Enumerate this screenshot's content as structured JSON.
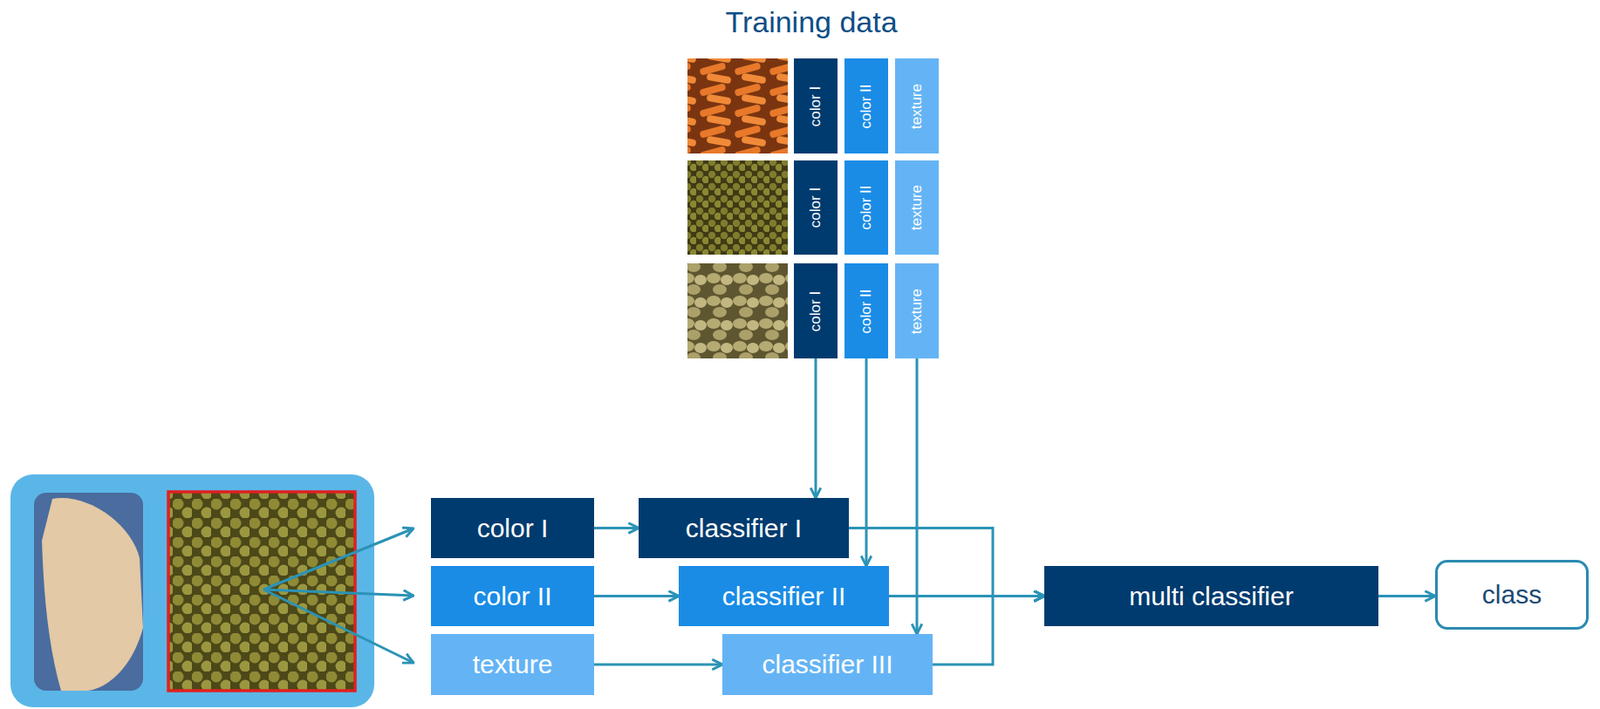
{
  "diagram": {
    "title": "Training data",
    "nodes": [
      {
        "text": [
          "color I"
        ]
      },
      {
        "text": [
          "color II"
        ]
      },
      {
        "text": [
          "texture"
        ]
      },
      {
        "text": [
          "color I"
        ]
      },
      {
        "text": [
          "color II"
        ]
      },
      {
        "text": [
          "texture"
        ]
      },
      {
        "text": [
          "color I"
        ]
      },
      {
        "text": [
          "color II"
        ]
      },
      {
        "text": [
          "texture"
        ]
      },
      {
        "text": [
          "color I"
        ]
      },
      {
        "text": [
          "color II"
        ]
      },
      {
        "text": [
          "texture"
        ]
      },
      {
        "text": [
          "classifier I"
        ]
      },
      {
        "text": [
          "classifier II"
        ]
      },
      {
        "text": [
          "classifier III"
        ]
      },
      {
        "text": [
          "multi classifier"
        ]
      },
      {
        "text": [
          "class"
        ]
      }
    ],
    "edges": [
      {
        "from": 6,
        "to": 12,
        "arrow": "to"
      },
      {
        "from": 7,
        "to": 13,
        "arrow": "to"
      },
      {
        "from": 8,
        "to": 14,
        "arrow": "to"
      },
      {
        "from": 9,
        "to": 12,
        "arrow": "to"
      },
      {
        "from": 10,
        "to": 13,
        "arrow": "to"
      },
      {
        "from": 11,
        "to": 14,
        "arrow": "to"
      },
      {
        "from": 12,
        "to": 15,
        "arrow": "to"
      },
      {
        "from": 13,
        "to": 15,
        "arrow": "to"
      },
      {
        "from": 14,
        "to": 15,
        "arrow": "to"
      },
      {
        "from": 15,
        "to": 16,
        "arrow": "to"
      }
    ]
  }
}
